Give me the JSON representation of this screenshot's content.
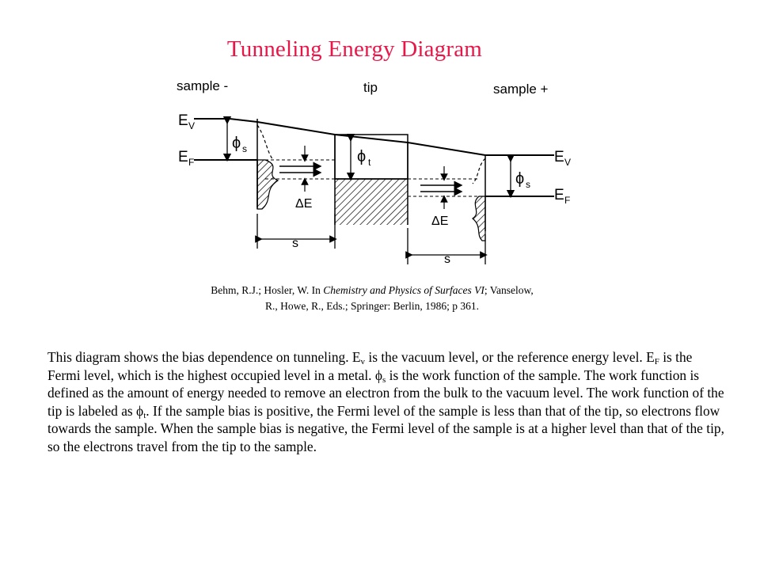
{
  "title": "Tunneling Energy Diagram",
  "diagram": {
    "region_labels": {
      "left": "sample -",
      "center": "tip",
      "right": "sample +"
    },
    "level_labels": {
      "ev_left": "E",
      "ev_left_sub": "V",
      "ef_left": "E",
      "ef_left_sub": "F",
      "ev_right": "E",
      "ev_right_sub": "V",
      "ef_right": "E",
      "ef_right_sub": "F"
    },
    "phi_labels": {
      "left": "ϕ",
      "left_sub": "s",
      "tip": "ϕ",
      "tip_sub": "t",
      "right": "ϕ",
      "right_sub": "s"
    },
    "delta_e_left": "ΔE",
    "delta_e_right": "ΔE",
    "s_left": "s",
    "s_right": "s"
  },
  "citation": {
    "line1_pre": "Behm, R.J.; Hosler, W. In ",
    "line1_italic": "Chemistry and Physics of Surfaces VI",
    "line1_post": "; Vanselow,",
    "line2": "R., Howe, R., Eds.; Springer: Berlin, 1986; p 361."
  },
  "body": {
    "p1": "This diagram shows the bias dependence on tunneling.  E",
    "p1_sub": "v",
    "p2": " is the vacuum level, or the reference energy level.  E",
    "p2_sub": "F",
    "p3": " is the Fermi level, which is the highest occupied level in a metal.  ",
    "p3_phi": "ϕ",
    "p3_sub": "s",
    "p4": " is the work function of the sample.  The work function is defined as the amount of energy needed to remove an electron from the bulk to the vacuum level.  The work function of the tip is labeled as ",
    "p4_phi": "ϕ",
    "p4_sub": "t",
    "p5": ".  If the sample bias is positive, the Fermi level of the sample is less than that of the tip, so electrons flow towards the sample.  When the sample bias is negative, the Fermi level of the sample is at a higher level than that of the tip, so the electrons travel from the tip to the sample."
  }
}
